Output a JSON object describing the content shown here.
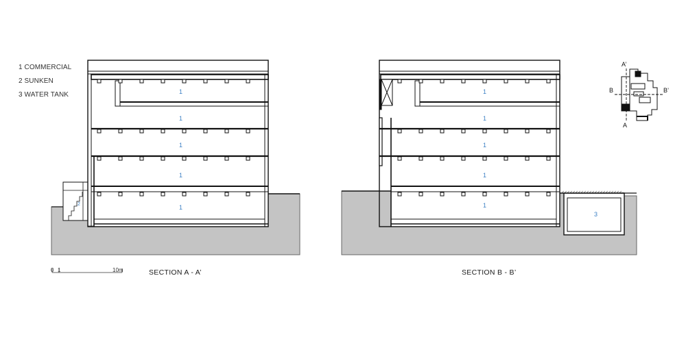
{
  "legend": [
    {
      "label": "1 COMMERCIAL"
    },
    {
      "label": "2 SUNKEN"
    },
    {
      "label": "3 WATER TANK"
    }
  ],
  "sections": [
    {
      "title": "SECTION A - A’",
      "room_labels": [
        "1",
        "1",
        "1",
        "1",
        "1",
        "2"
      ]
    },
    {
      "title": "SECTION B - B’",
      "room_labels": [
        "1",
        "1",
        "1",
        "1",
        "1",
        "3"
      ]
    }
  ],
  "scale_bar": {
    "tick_0": "0",
    "tick_1": "1",
    "tick_10": "10m"
  },
  "key_plan": {
    "a_top": "A’",
    "a_bottom": "A",
    "b_left": "B",
    "b_right": "B’"
  }
}
